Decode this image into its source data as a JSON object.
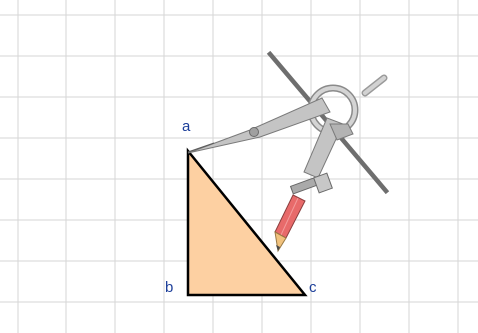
{
  "vertices": {
    "a": "a",
    "b": "b",
    "c": "c"
  },
  "colors": {
    "grid": "#d6d6d6",
    "triangle_fill": "#fdd0a2",
    "triangle_stroke": "#000000",
    "label": "#1d3f9a",
    "compass_metal": "#b9b9b9",
    "compass_outline": "#7a7a7a",
    "straightedge": "#6e6e6e",
    "pencil_body": "#e86a6a",
    "pencil_tip": "#f1c27d"
  },
  "icons": {
    "tool": "compass-icon",
    "pencil": "pencil-icon",
    "straightedge": "straightedge-icon"
  }
}
